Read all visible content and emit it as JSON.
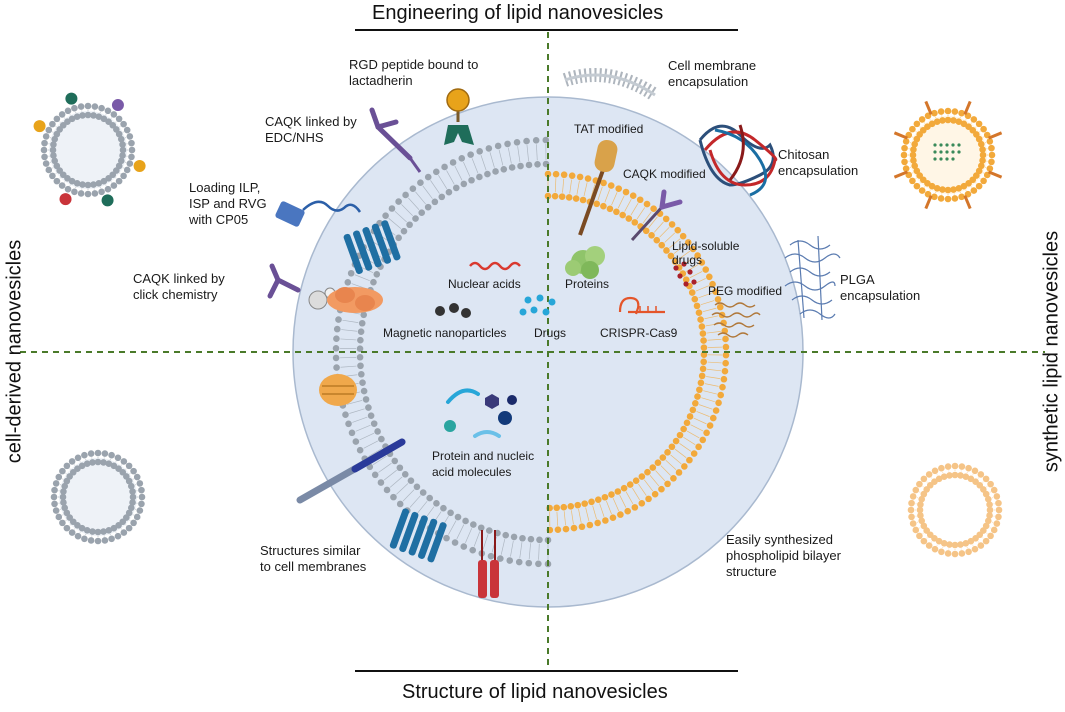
{
  "titles": {
    "top": "Engineering of lipid nanovesicles",
    "bottom": "Structure of lipid nanovesicles",
    "left": "cell-derived nanovesicles",
    "right": "synthetic lipid nanovesicles"
  },
  "labels": {
    "rgd": "RGD peptide bound to\nlactadherin",
    "caqk_edc": "CAQK  linked by\nEDC/NHS",
    "loading": "Loading ILP,\nISP and RVG\nwith CP05",
    "caqk_click": "CAQK linked by\nclick chemistry",
    "cell_membrane": "Cell membrane\nencapsulation",
    "tat": "TAT modified",
    "chitosan": "Chitosan\nencapsulation",
    "caqk_mod": "CAQK modified",
    "lipid_soluble": "Lipid-soluble\ndrugs",
    "plga": "PLGA\nencapsulation",
    "peg": "PEG modified",
    "nucleic_acids": "Nuclear acids",
    "proteins": "Proteins",
    "magnetic": "Magnetic nanoparticles",
    "drugs": "Drugs",
    "crispr": "CRISPR-Cas9",
    "protein_nucleic": "Protein and nucleic\nacid molecules",
    "structures": "Structures similar\nto cell membranes",
    "easily": "Easily synthesized\nphospholipid bilayer\nstructure"
  },
  "colors": {
    "cell_bilayer": "#9aa3ad",
    "synthetic_bilayer": "#f2a93b",
    "vesicle_fill": "#dde6f3",
    "dashed_divider": "#4a7a2a",
    "receptor_blue": "#1f6fa3",
    "antibody_purple": "#7a5aa8"
  }
}
